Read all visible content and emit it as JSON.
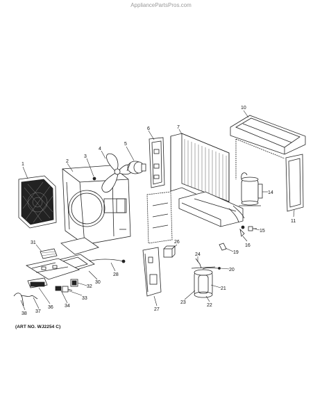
{
  "watermark": "AppliancePartsPros.com",
  "art_number": "(ART NO. WJ2254 C)",
  "callouts": [
    "1",
    "2",
    "3",
    "4",
    "5",
    "6",
    "7",
    "10",
    "11",
    "14",
    "15",
    "16",
    "19",
    "20",
    "21",
    "22",
    "23",
    "24",
    "26",
    "27",
    "28",
    "30",
    "31",
    "32",
    "33",
    "34",
    "36",
    "37",
    "38"
  ]
}
